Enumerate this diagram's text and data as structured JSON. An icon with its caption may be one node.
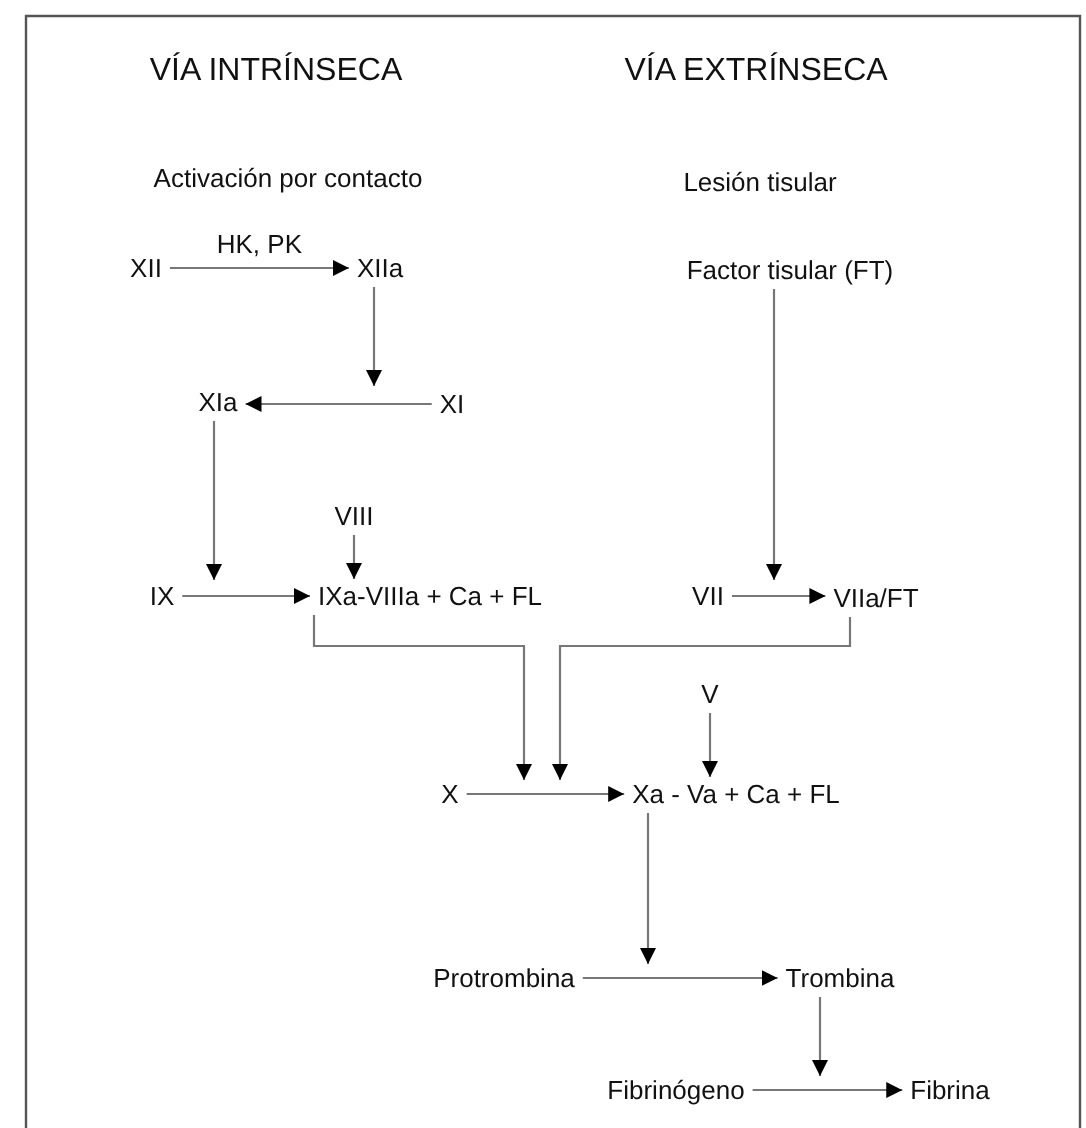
{
  "diagram": {
    "nodes": [
      {
        "text": [
          "XII"
        ]
      },
      {
        "text": [
          "XIIa"
        ]
      },
      {
        "text": [
          "XI"
        ]
      },
      {
        "text": [
          "XIa"
        ]
      },
      {
        "text": [
          "Factor tisular (FT)"
        ]
      },
      {
        "text": [
          "VIII"
        ]
      },
      {
        "text": [
          "IX"
        ]
      },
      {
        "text": [
          "IXa-VIIIa + Ca + FL"
        ]
      },
      {
        "text": [
          "VII"
        ]
      },
      {
        "text": [
          "VIIa/FT"
        ]
      },
      {
        "text": [
          "V"
        ]
      },
      {
        "text": [
          "X"
        ]
      },
      {
        "text": [
          "Xa - Va + Ca + FL"
        ]
      },
      {
        "text": [
          "Protrombina"
        ]
      },
      {
        "text": [
          "Trombina"
        ]
      },
      {
        "text": [
          "Fibrinógeno"
        ]
      },
      {
        "text": [
          "Fibrina"
        ]
      }
    ],
    "edges": [
      {
        "from": 0,
        "to": 1,
        "arrow": "to",
        "label": "HK, PK"
      },
      {
        "from": 1,
        "to": 2,
        "arrow": "to"
      },
      {
        "from": 2,
        "to": 3,
        "arrow": "to"
      },
      {
        "from": 3,
        "to": 6,
        "arrow": "to"
      },
      {
        "from": 5,
        "to": 7,
        "arrow": "to"
      },
      {
        "from": 6,
        "to": 7,
        "arrow": "to"
      },
      {
        "from": 4,
        "to": 8,
        "arrow": "to"
      },
      {
        "from": 8,
        "to": 9,
        "arrow": "to"
      },
      {
        "from": 7,
        "to": 11,
        "arrow": "to"
      },
      {
        "from": 9,
        "to": null,
        "arrow": "to"
      },
      {
        "from": 11,
        "to": 12,
        "arrow": "to"
      },
      {
        "from": 10,
        "to": 12,
        "arrow": "to"
      },
      {
        "from": 12,
        "to": 13,
        "arrow": "to"
      },
      {
        "from": 13,
        "to": 14,
        "arrow": "to"
      },
      {
        "from": 14,
        "to": 15,
        "arrow": "to"
      },
      {
        "from": 15,
        "to": 16,
        "arrow": "to"
      }
    ],
    "labels": [
      "VÍA INTRÍNSECA",
      "VÍA EXTRÍNSECA",
      "Activación por contacto",
      "Lesión tisular"
    ]
  }
}
